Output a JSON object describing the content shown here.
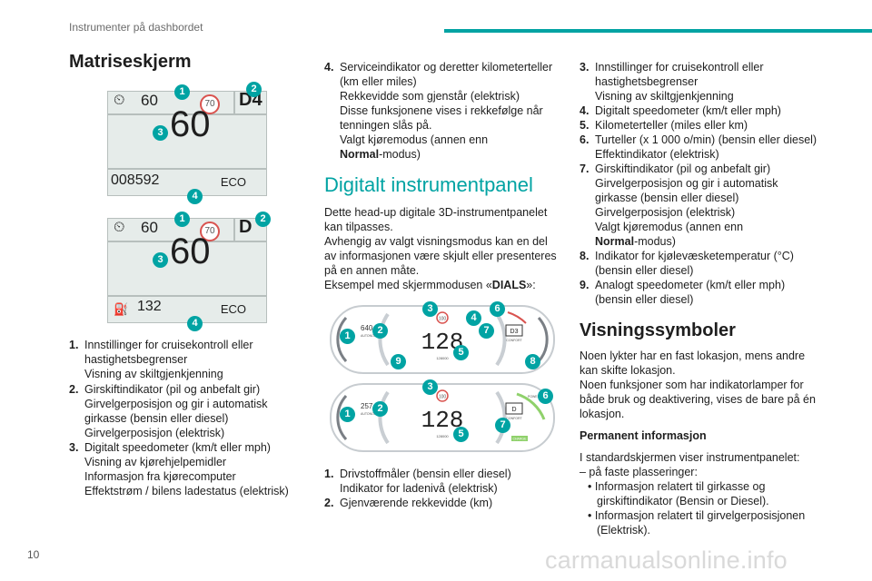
{
  "header": {
    "title": "Instrumenter på dashbordet",
    "page_number": "10"
  },
  "watermark": "carmanualsonline.info",
  "col1": {
    "heading": "Matriseskjerm",
    "matrix_a": {
      "speed_small": "60",
      "limit": "70",
      "gear": "D4",
      "speed_big": "60",
      "odometer": "008592",
      "mode": "ECO"
    },
    "matrix_b": {
      "speed_small": "60",
      "limit": "70",
      "gear": "D",
      "speed_big": "60",
      "range": "132",
      "mode": "ECO"
    },
    "badges": [
      "1",
      "2",
      "3",
      "4"
    ],
    "items": [
      {
        "num": "1.",
        "lines": [
          "Innstillinger for cruisekontroll eller hastighetsbegrenser",
          "Visning av skiltgjenkjenning"
        ]
      },
      {
        "num": "2.",
        "lines": [
          "Girskiftindikator (pil og anbefalt gir)",
          "Girvelgerposisjon og gir i automatisk girkasse (bensin eller diesel)",
          "Girvelgerposisjon (elektrisk)"
        ]
      },
      {
        "num": "3.",
        "lines": [
          "Digitalt speedometer (km/t eller mph)",
          "Visning av kjørehjelpemidler",
          "Informasjon fra kjørecomputer",
          "Effektstrøm / bilens ladestatus (elektrisk)"
        ]
      }
    ]
  },
  "col2": {
    "item4": {
      "num": "4.",
      "lines": [
        "Serviceindikator og deretter kilometerteller (km eller miles)",
        "Rekkevidde som gjenstår (elektrisk)",
        "Disse funksjonene vises i rekkefølge når tenningen slås på.",
        "Valgt kjøremodus (annen enn",
        "Normal",
        "-modus)"
      ]
    },
    "heading": "Digitalt instrumentpanel",
    "intro": [
      "Dette head-up digitale 3D-instrumentpanelet kan tilpasses.",
      "Avhengig av valgt visningsmodus kan en del av informasjonen være skjult eller presenteres på en annen måte.",
      "Eksempel med skjermmodusen «",
      "DIALS",
      "»:"
    ],
    "dial_a": {
      "speed": "128",
      "range": "640",
      "range_label": "AUTONOMIE",
      "odo": "128000",
      "gear": "D3",
      "mode": "CONFORT",
      "limit": "100"
    },
    "dial_b": {
      "speed": "128",
      "range": "257",
      "range_label": "AUTONOMIE",
      "odo": "128000",
      "gear": "D",
      "mode": "CONFORT",
      "limit": "100",
      "charge": "CHARGE",
      "power": "POWER"
    },
    "items": [
      {
        "num": "1.",
        "lines": [
          "Drivstoffmåler (bensin eller diesel)",
          "Indikator for ladenivå (elektrisk)"
        ]
      },
      {
        "num": "2.",
        "lines": [
          "Gjenværende rekkevidde (km)"
        ]
      }
    ]
  },
  "col3": {
    "items": [
      {
        "num": "3.",
        "lines": [
          "Innstillinger for cruisekontroll eller hastighetsbegrenser",
          "Visning av skiltgjenkjenning"
        ]
      },
      {
        "num": "4.",
        "lines": [
          "Digitalt speedometer (km/t eller mph)"
        ]
      },
      {
        "num": "5.",
        "lines": [
          "Kilometerteller (miles eller km)"
        ]
      },
      {
        "num": "6.",
        "lines": [
          "Turteller (x 1 000 o/min) (bensin eller diesel)",
          "Effektindikator (elektrisk)"
        ]
      },
      {
        "num": "7.",
        "lines": [
          "Girskiftindikator (pil og anbefalt gir)",
          "Girvelgerposisjon og gir i automatisk girkasse (bensin eller diesel)",
          "Girvelgerposisjon (elektrisk)",
          "Valgt kjøremodus (annen enn"
        ],
        "bold": "Normal",
        "tail": "-modus)"
      },
      {
        "num": "8.",
        "lines": [
          "Indikator for kjølevæsketemperatur (°C) (bensin eller diesel)"
        ]
      },
      {
        "num": "9.",
        "lines": [
          "Analogt speedometer (km/t eller mph) (bensin eller diesel)"
        ]
      }
    ],
    "heading": "Visningssymboler",
    "intro": "Noen lykter har en fast lokasjon, mens andre kan skifte lokasjon.",
    "intro2": " Noen funksjoner som har indikatorlamper for både bruk og deaktivering, vises de bare på én lokasjon.",
    "subheading": "Permanent informasjon",
    "perm_intro": "I standardskjermen viser instrumentpanelet:",
    "dash_item": "–  på faste plasseringer:",
    "bullets": [
      "•  Informasjon relatert til girkasse og girskiftindikator (Bensin or Diesel).",
      "•  Informasjon relatert til girvelgerposisjonen (Elektrisk)."
    ]
  }
}
